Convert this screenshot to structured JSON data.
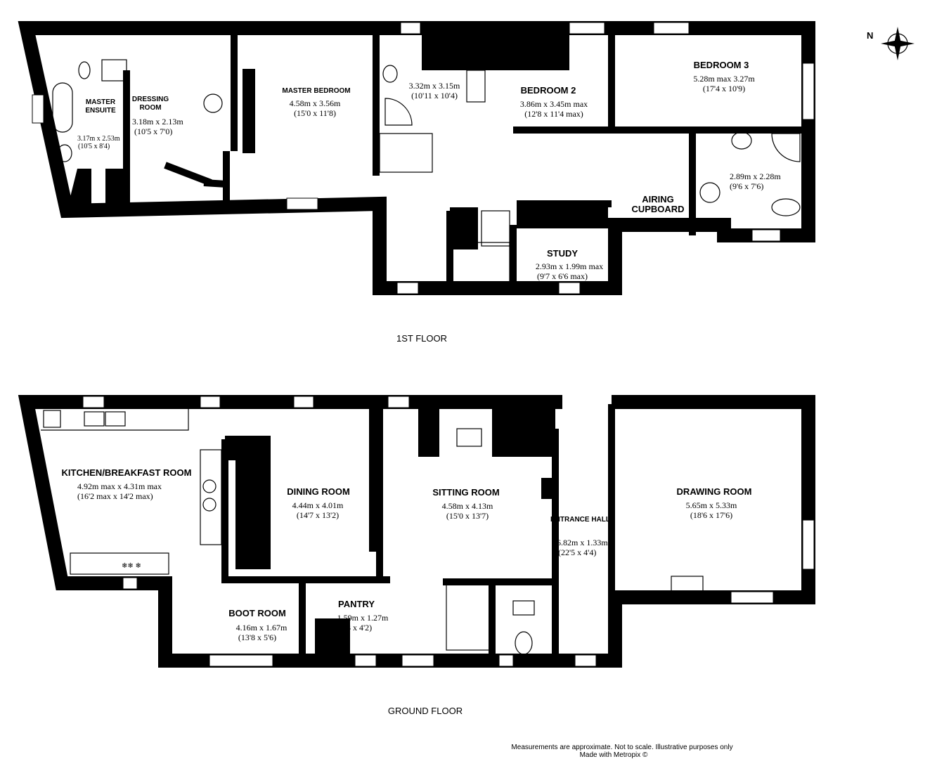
{
  "first_floor": {
    "label": "1ST FLOOR",
    "rooms": [
      {
        "name": "MASTER",
        "name2": "ENSUITE",
        "dim_m": "3.17m x 2.53m",
        "dim_ft": "(10'5 x 8'4)"
      },
      {
        "name": "DRESSING",
        "name2": "ROOM",
        "dim_m": "3.18m x 2.13m",
        "dim_ft": "(10'5 x 7'0)"
      },
      {
        "name": "MASTER BEDROOM",
        "dim_m": "4.58m x 3.56m",
        "dim_ft": "(15'0 x 11'8)"
      },
      {
        "name": "",
        "dim_m": "3.32m x 3.15m",
        "dim_ft": "(10'11 x 10'4)"
      },
      {
        "name": "BEDROOM 2",
        "dim_m": "3.86m x 3.45m max",
        "dim_ft": "(12'8 x 11'4 max)"
      },
      {
        "name": "BEDROOM 3",
        "dim_m": "5.28m max 3.27m",
        "dim_ft": "(17'4 x 10'9)"
      },
      {
        "name": "",
        "dim_m": "2.89m x 2.28m",
        "dim_ft": "(9'6 x 7'6)"
      },
      {
        "name": "AIRING",
        "name2": "CUPBOARD"
      },
      {
        "name": "STUDY",
        "dim_m": "2.93m x 1.99m max",
        "dim_ft": "(9'7 x 6'6 max)"
      }
    ]
  },
  "ground_floor": {
    "label": "GROUND FLOOR",
    "rooms": [
      {
        "name": "KITCHEN/BREAKFAST ROOM",
        "dim_m": "4.92m max x 4.31m max",
        "dim_ft": "(16'2 max x 14'2 max)"
      },
      {
        "name": "DINING ROOM",
        "dim_m": "4.44m x 4.01m",
        "dim_ft": "(14'7 x 13'2)"
      },
      {
        "name": "SITTING ROOM",
        "dim_m": "4.58m x 4.13m",
        "dim_ft": "(15'0 x 13'7)"
      },
      {
        "name": "ENTRANCE HALL",
        "dim_m": "6.82m x 1.33m",
        "dim_ft": "(22'5 x 4'4)"
      },
      {
        "name": "DRAWING ROOM",
        "dim_m": "5.65m x 5.33m",
        "dim_ft": "(18'6 x 17'6)"
      },
      {
        "name": "BOOT ROOM",
        "dim_m": "4.16m x 1.67m",
        "dim_ft": "(13'8 x 5'6)"
      },
      {
        "name": "PANTRY",
        "dim_m": "1.59m x 1.27m",
        "dim_ft": "(5'3 x 4'2)"
      }
    ]
  },
  "compass": {
    "label": "N"
  },
  "footer": {
    "disclaimer": "Measurements are approximate.  Not to scale.  Illustrative purposes only",
    "credit": "Made with Metropix ©"
  }
}
